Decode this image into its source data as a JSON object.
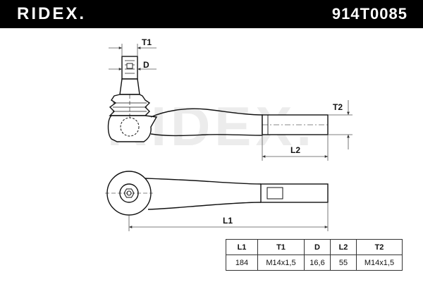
{
  "header": {
    "brand": "RIDEX.",
    "part_number": "914T0085"
  },
  "watermark": "RIDEX.",
  "dimensions": {
    "t1": "T1",
    "d": "D",
    "t2": "T2",
    "l2": "L2",
    "l1": "L1"
  },
  "specs": {
    "headers": [
      "L1",
      "T1",
      "D",
      "L2",
      "T2"
    ],
    "values": [
      "184",
      "M14x1,5",
      "16,6",
      "55",
      "M14x1,5"
    ]
  },
  "colors": {
    "header_bg": "#000000",
    "header_text": "#ffffff",
    "line": "#111111",
    "dimension_line": "#555555",
    "watermark": "#ececec"
  }
}
